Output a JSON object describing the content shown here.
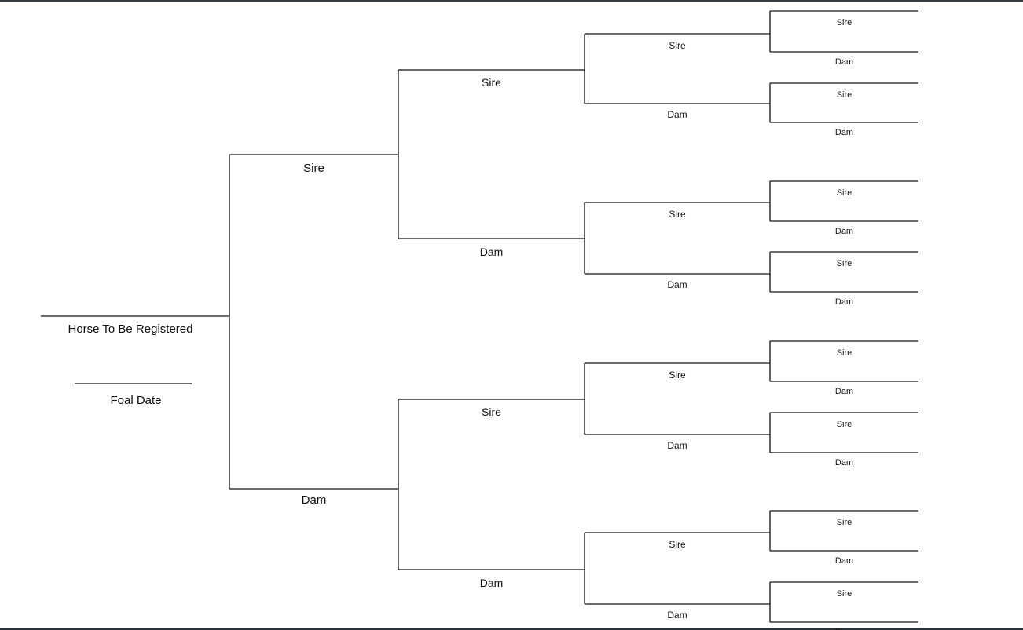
{
  "form": {
    "horse_label": "Horse To Be Registered",
    "foal_date_label": "Foal Date"
  },
  "pedigree": {
    "sire_label": "Sire",
    "dam_label": "Dam"
  }
}
